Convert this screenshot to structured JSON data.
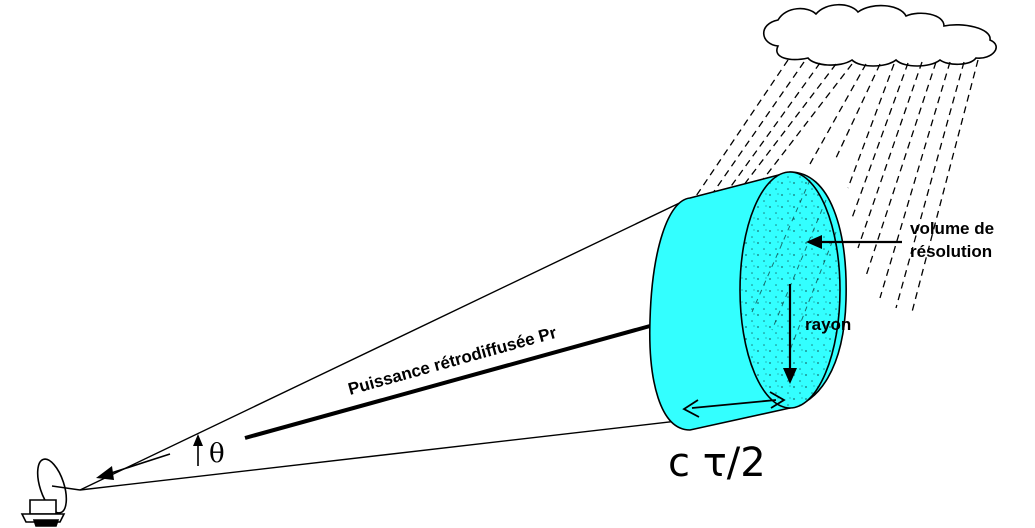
{
  "labels": {
    "volume_line1": "volume de",
    "volume_line2": "résolution",
    "rayon": "rayon",
    "puissance": "Puissance rétrodiffusée Pr",
    "theta": "θ",
    "ctau": "c τ/2"
  },
  "colors": {
    "cylinder_fill": "#33ffff",
    "ink": "#000000",
    "background": "#ffffff"
  },
  "icons": [
    "cloud-icon",
    "radar-dish-icon",
    "rain-lines"
  ]
}
